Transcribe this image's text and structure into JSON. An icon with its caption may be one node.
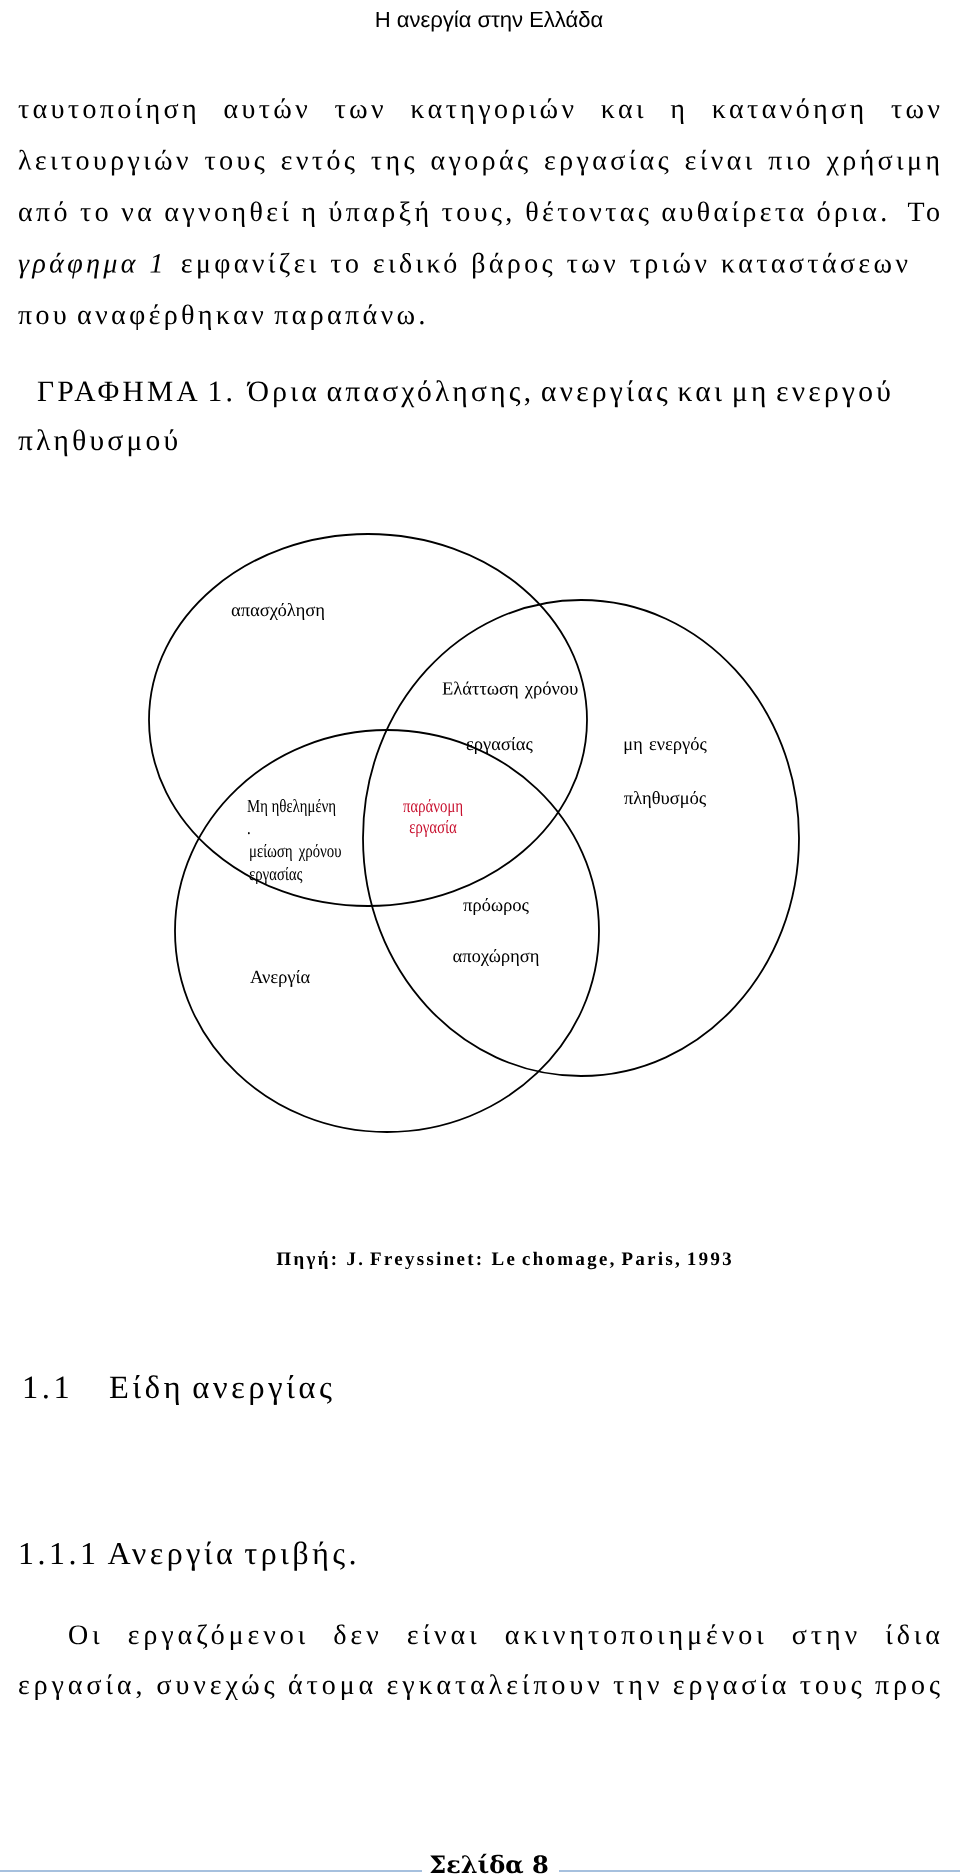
{
  "diagram": {
    "title": "ΓΡΑΦΗΜΑ 1. Όρια απασχόλησης, ανεργίας και μη ενεργού πληθυσμού",
    "caption": "Πηγή: J. Freyssinet: Le chomage, Paris, 1993",
    "nodes": [
      {
        "text": [
          "απασχόληση"
        ]
      },
      {
        "text": [
          "μη ενεργός πληθυσμός"
        ]
      },
      {
        "text": [
          "Ανεργία"
        ]
      }
    ],
    "labels": [
      "Η ανεργία στην Ελλάδα",
      "ταυτοποίηση αυτών των κατηγοριών και η κατανόηση των λειτουργιών τους εντός της αγοράς εργασίας είναι πιο χρήσιμη από το να αγνοηθεί η ύπαρξή τους, θέτοντας αυθαίρετα όρια. Το *γράφημα 1* εμφανίζει το ειδικό βάρος των τριών καταστάσεων που αναφέρθηκαν παραπάνω.",
      "Ελάττωση χρόνου εργασίας",
      "Μη ηθελημένη",
      "παράνομη εργασία",
      ".",
      "μείωση χρόνου εργασίας",
      "πρόωρος αποχώρηση",
      "1.1",
      "Είδη ανεργίας",
      "1.1.1 Ανεργία τριβής.",
      "Οι εργαζόμενοι δεν είναι ακινητοποιημένοι στην ίδια εργασία, συνεχώς άτομα εγκαταλείπουν την εργασία τους προς",
      "Σελίδα 8"
    ]
  }
}
